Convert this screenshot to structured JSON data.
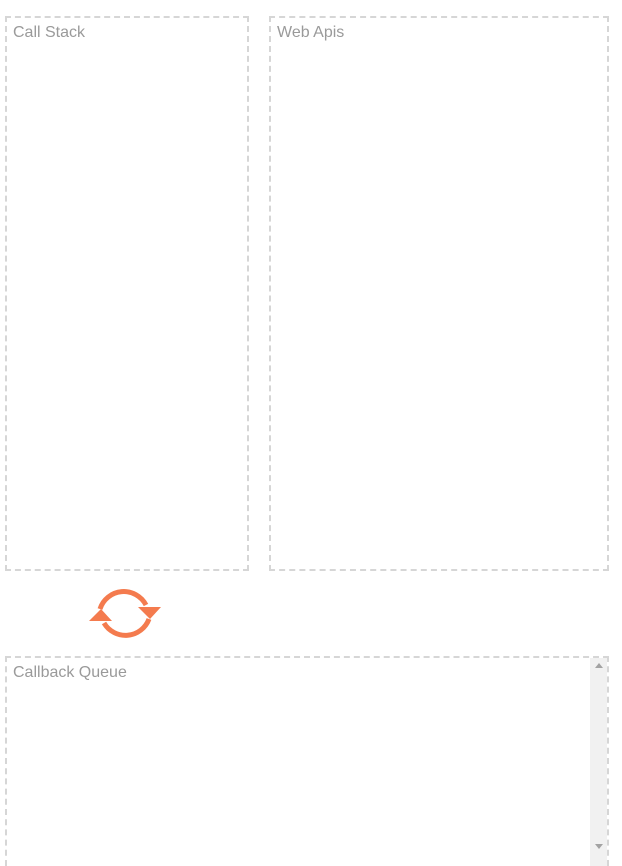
{
  "panels": {
    "call_stack": {
      "title": "Call Stack"
    },
    "web_apis": {
      "title": "Web Apis"
    },
    "callback_queue": {
      "title": "Callback Queue"
    }
  },
  "event_loop": {
    "icon": "refresh-cycle-icon",
    "color": "#f47b4e"
  },
  "colors": {
    "panel_border": "#d6d6d6",
    "title_text": "#9a9a9a",
    "scrollbar_track": "#f1f1f1"
  }
}
